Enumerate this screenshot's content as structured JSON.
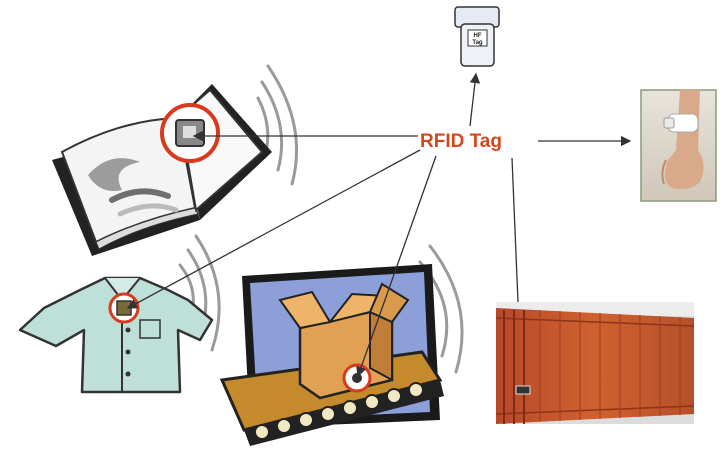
{
  "diagram": {
    "center_label": "RFID Tag",
    "hf_tag_label_line1": "HF",
    "hf_tag_label_line2": "Tag",
    "items": [
      {
        "name": "book"
      },
      {
        "name": "shirt"
      },
      {
        "name": "box-on-conveyor"
      },
      {
        "name": "hf-tag-card"
      },
      {
        "name": "wrist-tag-photo"
      },
      {
        "name": "shipping-container-photo"
      }
    ]
  },
  "colors": {
    "label": "#d4471e",
    "tag_ring": "#d93a1e",
    "shirt": "#bfe0d8",
    "container": "#c4552b",
    "box": "#e0a154",
    "conveyor": "#c48a2b",
    "box_background": "#8c9fd9",
    "waves": "#999999",
    "connector": "#333333"
  }
}
